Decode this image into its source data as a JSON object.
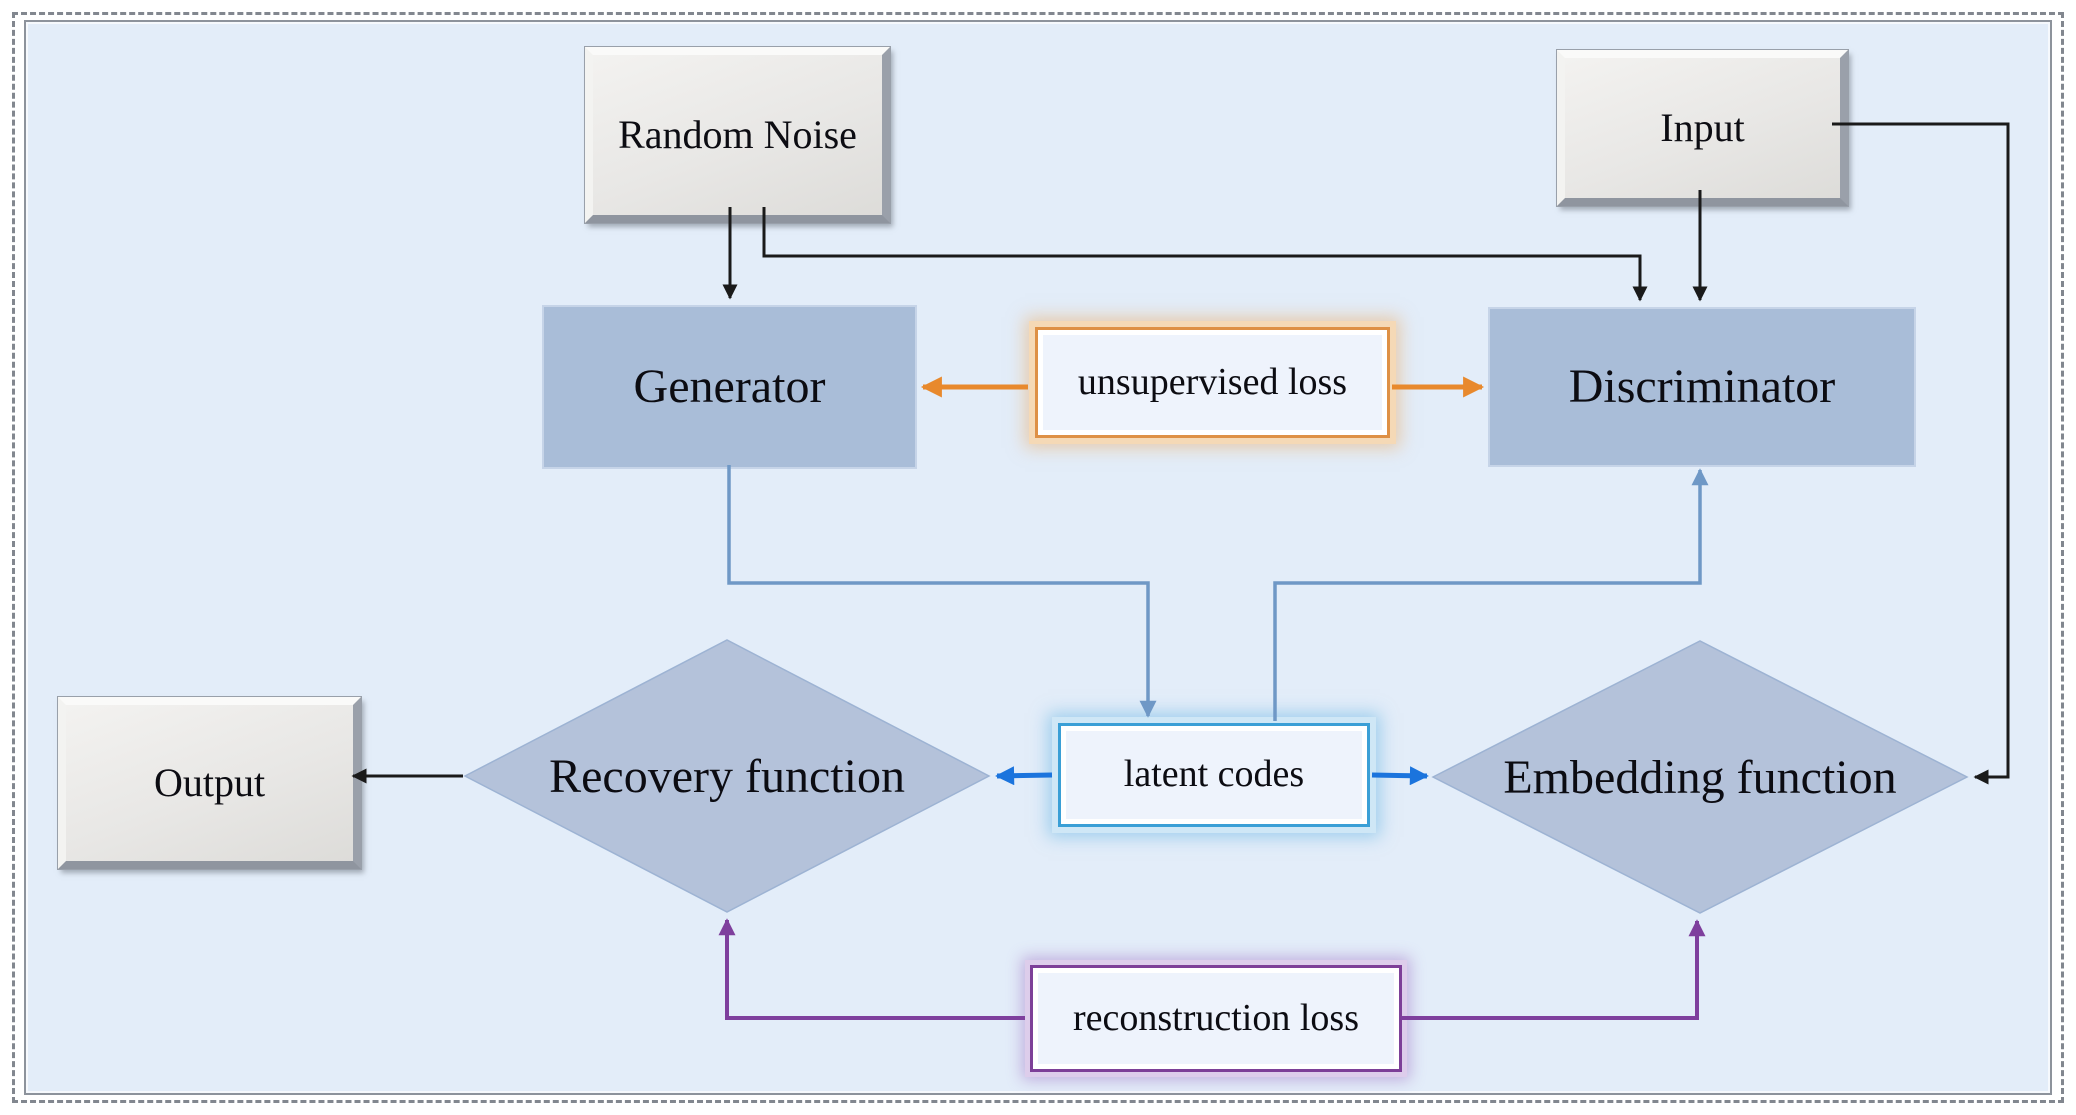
{
  "diagram": {
    "nodes": {
      "random_noise": {
        "label": "Random Noise"
      },
      "input": {
        "label": "Input"
      },
      "generator": {
        "label": "Generator"
      },
      "discriminator": {
        "label": "Discriminator"
      },
      "unsupervised_loss": {
        "label": "unsupervised loss"
      },
      "latent_codes": {
        "label": "latent codes"
      },
      "recovery_function": {
        "label": "Recovery function"
      },
      "embedding_function": {
        "label": "Embedding function"
      },
      "output": {
        "label": "Output"
      },
      "reconstruction_loss": {
        "label": "reconstruction loss"
      }
    },
    "colors": {
      "panel_bg": "#e3edf9",
      "node_fill": "#a9bdd8",
      "diamond_fill": "#b4c2da",
      "gray_box_fill": "#e8e7e5",
      "black_line": "#1a1a1a",
      "steel_line": "#6f98c6",
      "blue_line": "#1b74dd",
      "orange_line": "#e8892d",
      "purple_line": "#7e3f9d",
      "latent_border": "#3a9fd6",
      "unsupervised_border": "#de9045",
      "reconstruction_border": "#7d3f98"
    }
  }
}
